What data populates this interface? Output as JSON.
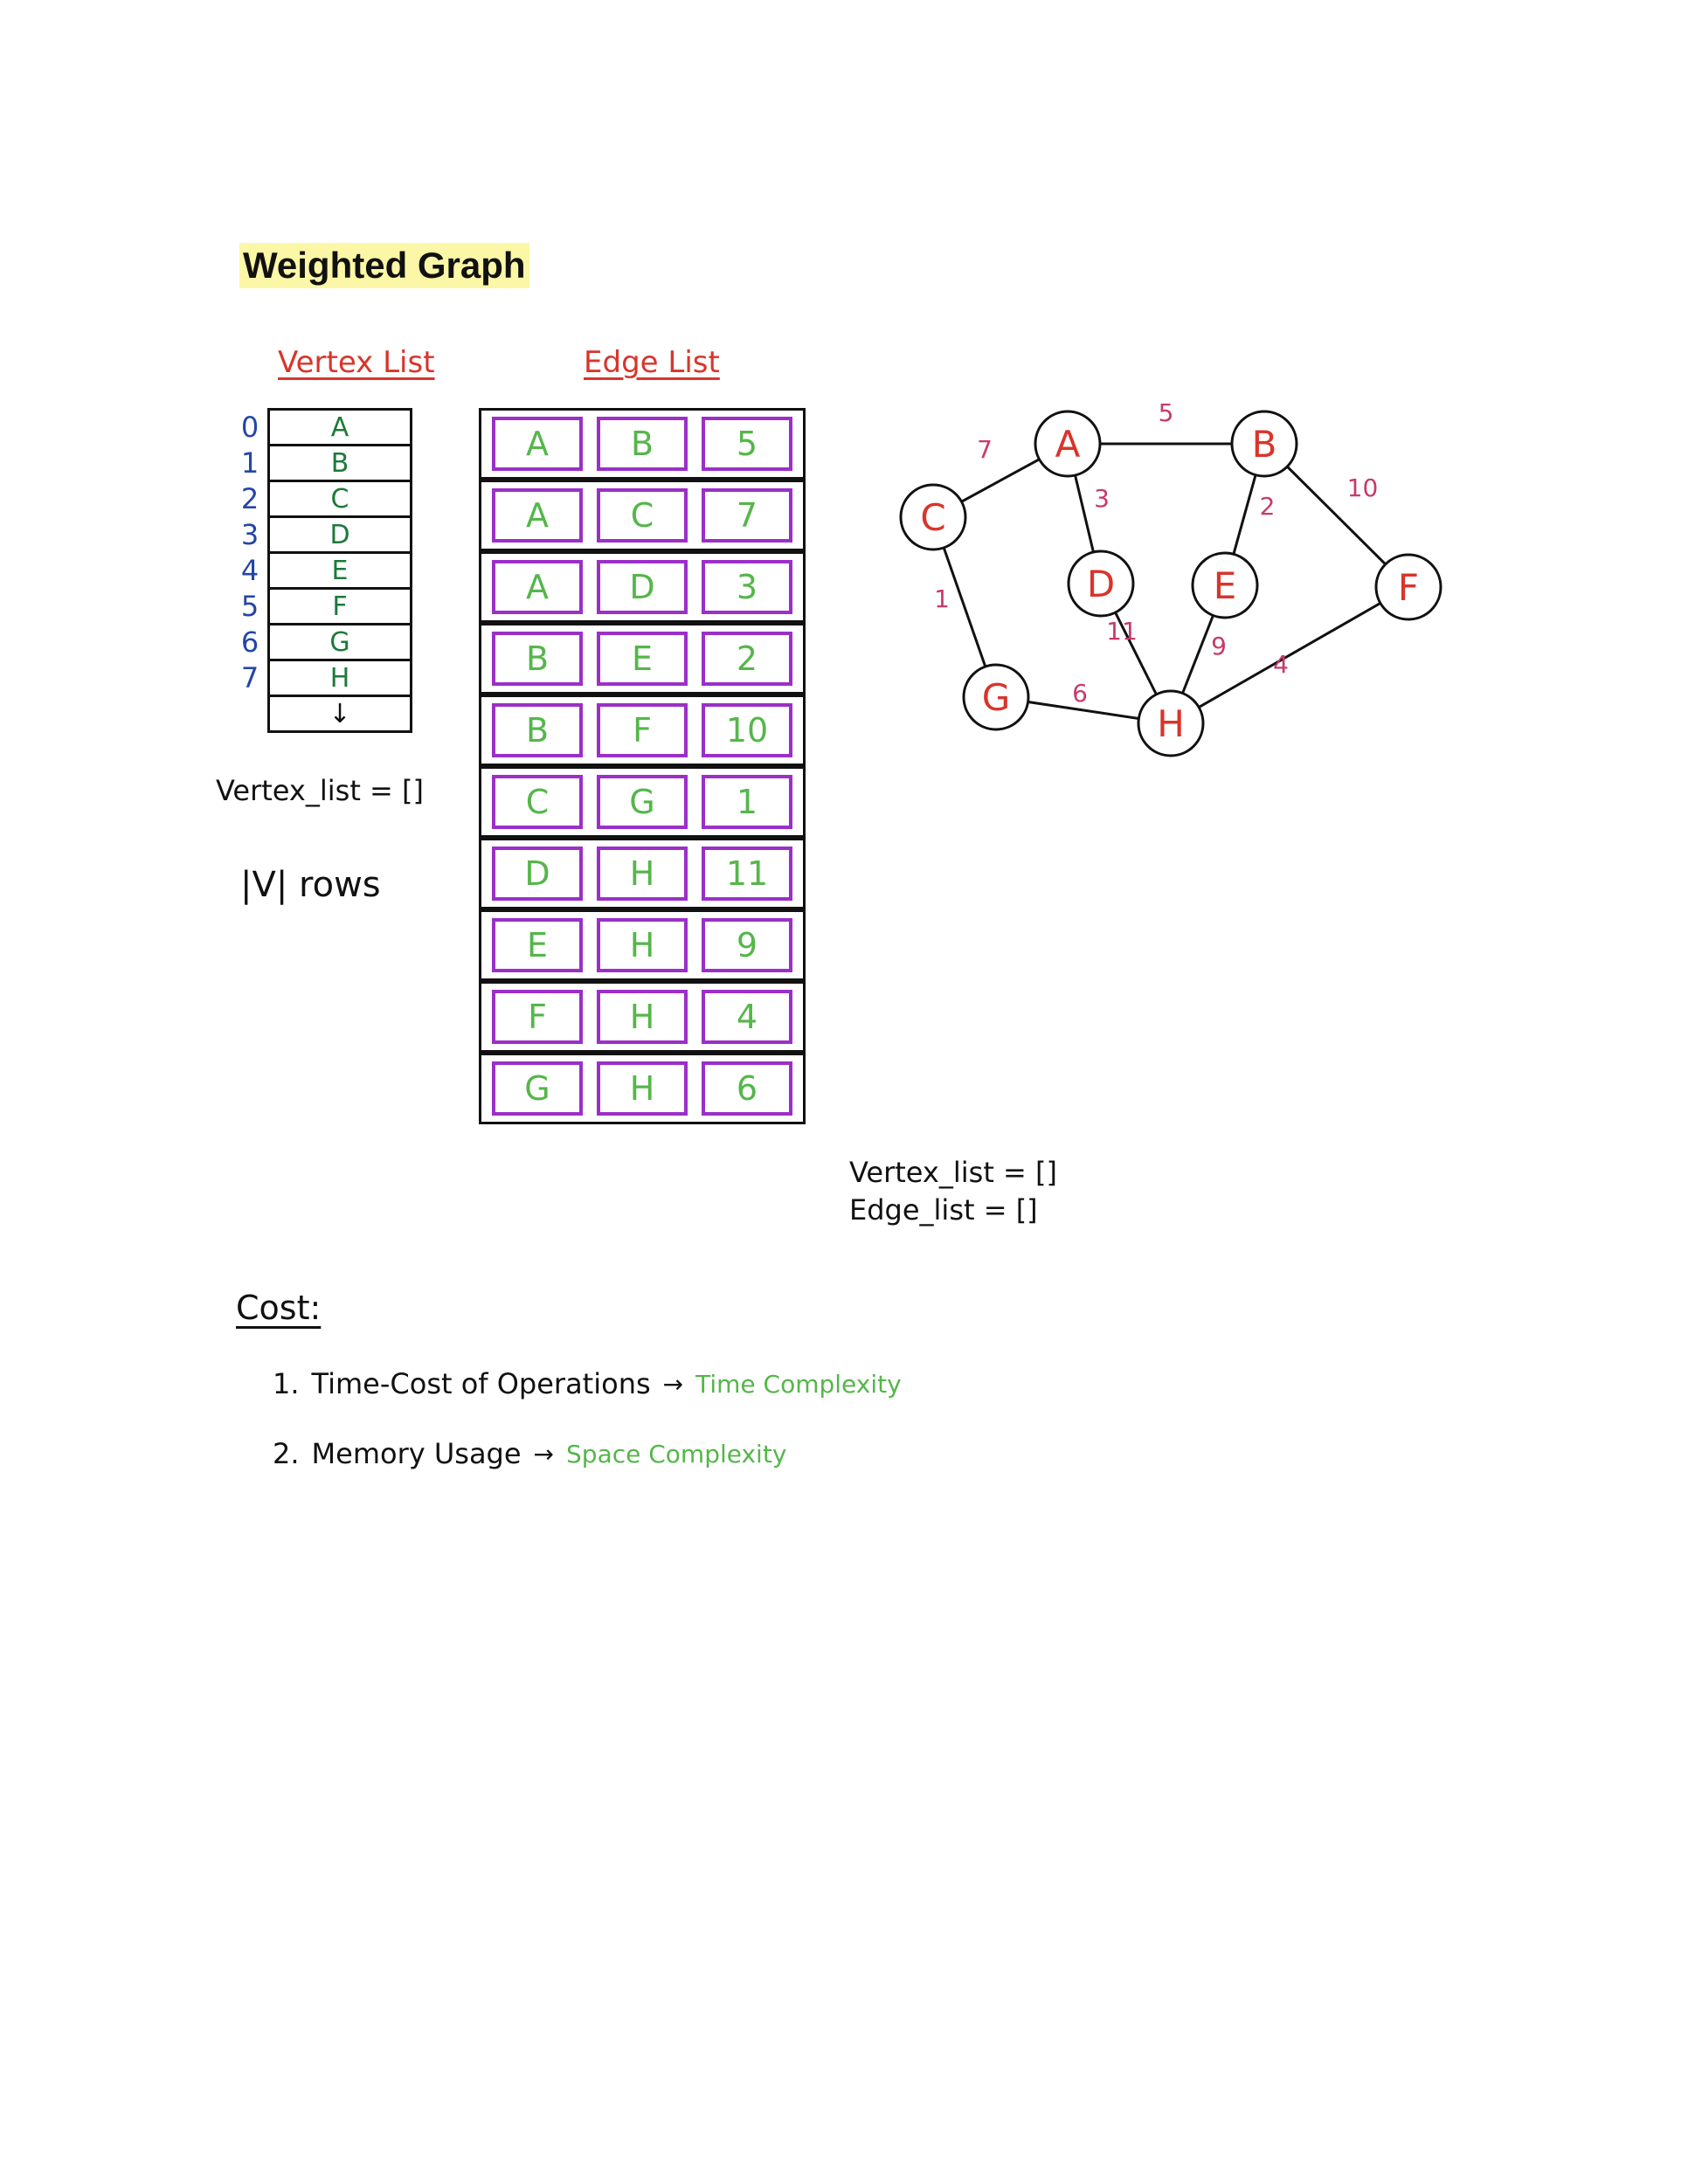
{
  "title": "Weighted Graph",
  "vertex_list": {
    "heading": "Vertex List",
    "indices": [
      "0",
      "1",
      "2",
      "3",
      "4",
      "5",
      "6",
      "7"
    ],
    "vertices": [
      "A",
      "B",
      "C",
      "D",
      "E",
      "F",
      "G",
      "H"
    ],
    "terminator": "↓"
  },
  "edge_list": {
    "heading": "Edge List",
    "rows": [
      {
        "from": "A",
        "to": "B",
        "weight": "5"
      },
      {
        "from": "A",
        "to": "C",
        "weight": "7"
      },
      {
        "from": "A",
        "to": "D",
        "weight": "3"
      },
      {
        "from": "B",
        "to": "E",
        "weight": "2"
      },
      {
        "from": "B",
        "to": "F",
        "weight": "10"
      },
      {
        "from": "C",
        "to": "G",
        "weight": "1"
      },
      {
        "from": "D",
        "to": "H",
        "weight": "11"
      },
      {
        "from": "E",
        "to": "H",
        "weight": "9"
      },
      {
        "from": "F",
        "to": "H",
        "weight": "4"
      },
      {
        "from": "G",
        "to": "H",
        "weight": "6"
      }
    ]
  },
  "notes": {
    "vertex_list_code": "Vertex_list = []",
    "rows_note": "|V| rows",
    "vertex_list_code_2": "Vertex_list = []",
    "edge_list_code": "Edge_list = []"
  },
  "graph": {
    "nodes": [
      "A",
      "B",
      "C",
      "D",
      "E",
      "F",
      "G",
      "H"
    ],
    "edges": [
      {
        "from": "A",
        "to": "B",
        "weight": "5"
      },
      {
        "from": "A",
        "to": "C",
        "weight": "7"
      },
      {
        "from": "A",
        "to": "D",
        "weight": "3"
      },
      {
        "from": "B",
        "to": "E",
        "weight": "2"
      },
      {
        "from": "B",
        "to": "F",
        "weight": "10"
      },
      {
        "from": "C",
        "to": "G",
        "weight": "1"
      },
      {
        "from": "D",
        "to": "H",
        "weight": "11"
      },
      {
        "from": "E",
        "to": "H",
        "weight": "9"
      },
      {
        "from": "F",
        "to": "H",
        "weight": "4"
      },
      {
        "from": "G",
        "to": "H",
        "weight": "6"
      }
    ]
  },
  "cost": {
    "heading": "Cost:",
    "items": [
      {
        "number": "1.",
        "text": "Time-Cost of Operations",
        "arrow": "→",
        "result": "Time Complexity"
      },
      {
        "number": "2.",
        "text": "Memory Usage",
        "arrow": "→",
        "result": "Space Complexity"
      }
    ]
  },
  "colors": {
    "title_highlight": "#fbf7a6",
    "heading_red": "#d8352b",
    "index_blue": "#2446a8",
    "vertex_green": "#1d7a3a",
    "cell_purple": "#9b2fc8",
    "cell_text_green": "#55b64a",
    "weight_pink": "#c83a6a"
  }
}
